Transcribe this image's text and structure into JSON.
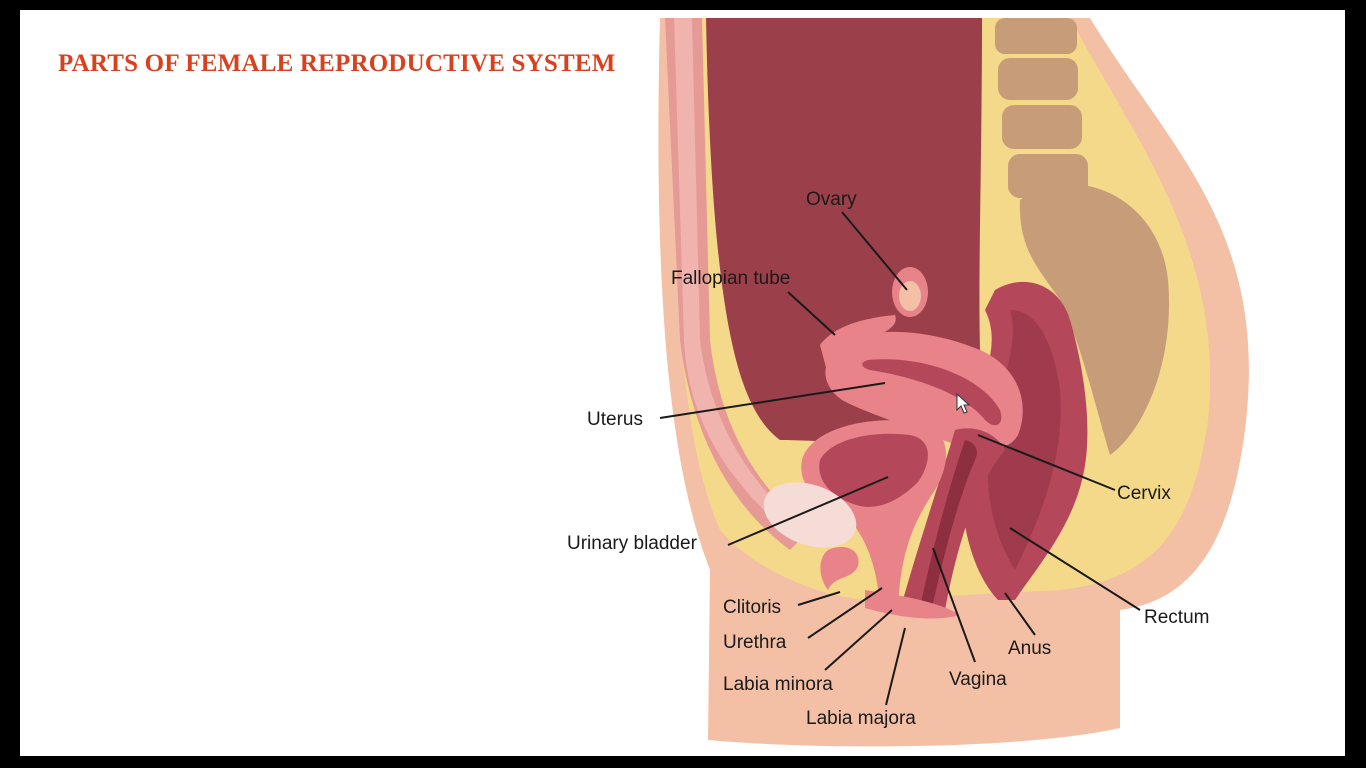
{
  "slide": {
    "title": "PARTS OF FEMALE REPRODUCTIVE SYSTEM"
  },
  "labels": {
    "ovary": "Ovary",
    "fallopian_tube": "Fallopian tube",
    "uterus": "Uterus",
    "cervix": "Cervix",
    "urinary_bladder": "Urinary bladder",
    "rectum": "Rectum",
    "clitoris": "Clitoris",
    "urethra": "Urethra",
    "anus": "Anus",
    "labia_minora": "Labia minora",
    "vagina": "Vagina",
    "labia_majora": "Labia majora"
  },
  "colors": {
    "title": "#d9411e",
    "skin": "#f3c0a6",
    "fat": "#f4d98a",
    "cavity": "#9b3f4a",
    "organ": "#e8838a",
    "organ_dark": "#b5475a",
    "spine": "#c79d79"
  },
  "icons": {
    "cursor": "mouse-pointer-icon"
  }
}
